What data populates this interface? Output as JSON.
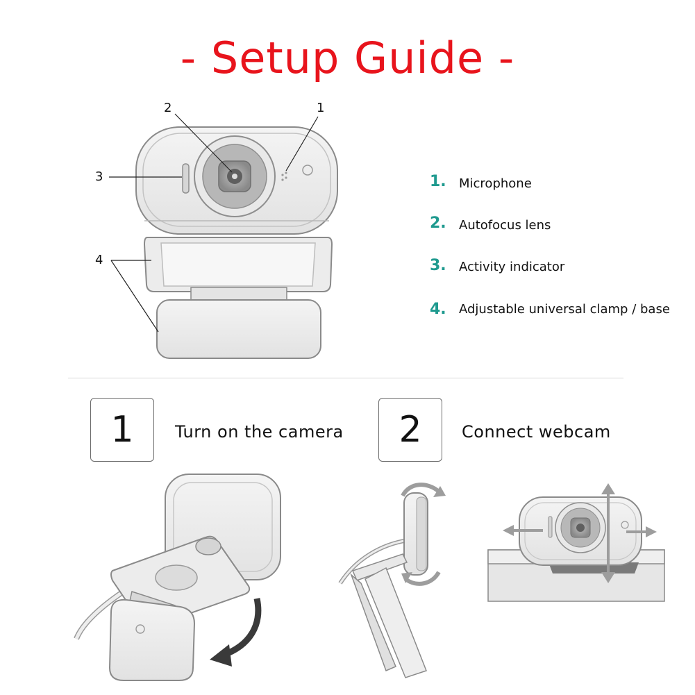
{
  "title": "- Setup Guide -",
  "callouts": [
    "1",
    "2",
    "3",
    "4"
  ],
  "legend": [
    {
      "num": "1.",
      "text": "Microphone"
    },
    {
      "num": "2.",
      "text": "Autofocus lens"
    },
    {
      "num": "3.",
      "text": "Activity indicator"
    },
    {
      "num": "4.",
      "text": "Adjustable universal clamp / base"
    }
  ],
  "steps": [
    {
      "num": "1",
      "text": "Turn on the camera"
    },
    {
      "num": "2",
      "text": "Connect webcam"
    }
  ],
  "colors": {
    "title": "#e8141c",
    "legend_num": "#1f9a8f"
  }
}
